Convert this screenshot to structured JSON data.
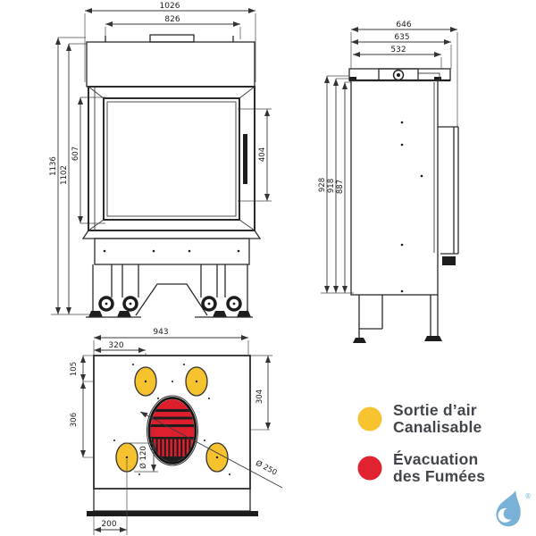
{
  "drawing": {
    "front_view": {
      "dims": {
        "width_outer": "1026",
        "width_inner": "826",
        "height_outer": "1136",
        "height_inner": "1102",
        "door_height": "607",
        "glass_height": "404"
      }
    },
    "side_view": {
      "dims": {
        "depth_outer": "646",
        "depth_mid": "635",
        "depth_body": "532",
        "height_outer": "928",
        "height_mid": "918",
        "height_body": "887"
      }
    },
    "top_view": {
      "dims": {
        "width": "943",
        "air_offset_x": "320",
        "air_offset_y": "105",
        "air_row_spacing": "306",
        "smoke_offset_y": "304",
        "air_duct_diameter": "Ø 120",
        "smoke_duct_diameter": "Ø 250",
        "front_offset": "200"
      }
    }
  },
  "legend": {
    "items": [
      {
        "id": "air-outlet",
        "label_line1": "Sortie d’air",
        "label_line2": "Canalisable",
        "color": "#F7C32E"
      },
      {
        "id": "smoke-outlet",
        "label_line1": "Évacuation",
        "label_line2": "des Fumées",
        "color": "#E02231"
      }
    ]
  },
  "colors": {
    "air_outlet": "#F6C22E",
    "smoke_outlet": "#DD1F2D",
    "line": "#2B2B2B",
    "legend_text": "#42464B",
    "logo_blue": "#79B2D6"
  },
  "logo": {
    "registered_mark": "®"
  }
}
